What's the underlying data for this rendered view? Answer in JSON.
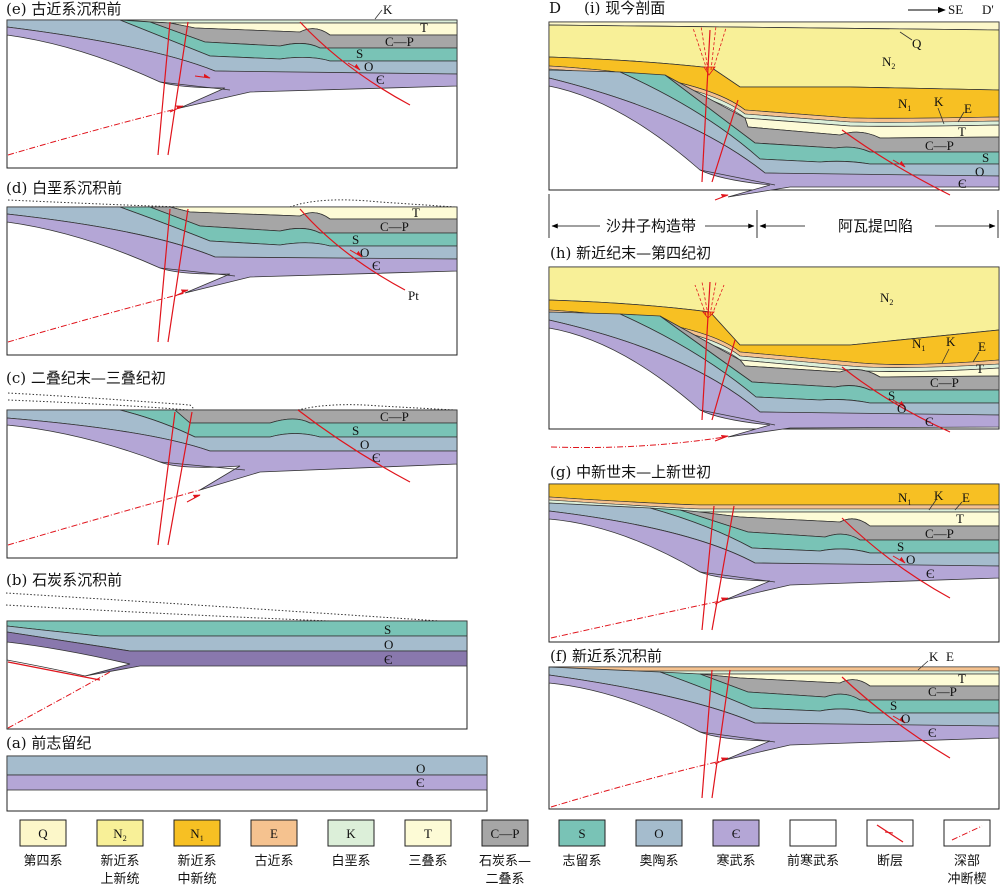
{
  "colors": {
    "Q": "#fcf7c9",
    "N2": "#f8f098",
    "N1": "#f7c023",
    "E": "#f5c28f",
    "K": "#dcefd9",
    "T": "#fdfbd6",
    "CP": "#a6a6a6",
    "S": "#79c3b6",
    "O": "#a5bccd",
    "Cam": "#b4a6d6",
    "Cam_b": "#8978ad",
    "preCam": "#ffffff",
    "fault": "#e0141c"
  },
  "panels": {
    "a": {
      "title": "(a) 前志留纪",
      "labels": [
        "O",
        "Є"
      ]
    },
    "b": {
      "title": "(b) 石炭系沉积前",
      "labels": [
        "S",
        "O",
        "Є"
      ]
    },
    "c": {
      "title": "(c) 二叠纪末—三叠纪初",
      "labels": [
        "C—P",
        "S",
        "O",
        "Є"
      ]
    },
    "d": {
      "title": "(d) 白垩系沉积前",
      "labels": [
        "T",
        "C—P",
        "S",
        "O",
        "Є",
        "Pt"
      ]
    },
    "e": {
      "title": "(e) 古近系沉积前",
      "labels": [
        "K",
        "T",
        "C—P",
        "S",
        "O",
        "Є"
      ]
    },
    "f": {
      "title": "(f) 新近系沉积前",
      "labels": [
        "K",
        "E",
        "T",
        "C—P",
        "S",
        "O",
        "Є"
      ]
    },
    "g": {
      "title": "(g) 中新世末—上新世初",
      "labels": [
        "N",
        "K",
        "E",
        "T",
        "C—P",
        "S",
        "O",
        "Є"
      ]
    },
    "h": {
      "title": "(h) 新近纪末—第四纪初",
      "labels": [
        "N",
        "N",
        "K",
        "E",
        "T",
        "C—P",
        "S",
        "O",
        "Є"
      ]
    },
    "i": {
      "title": "(i) 现今剖面",
      "labels": [
        "Q",
        "N",
        "N",
        "K",
        "E",
        "T",
        "C—P",
        "S",
        "O",
        "Є"
      ],
      "left_end": "D",
      "right_end": "D'",
      "direction": "SE",
      "zone_left": "沙井子构造带",
      "zone_right": "阿瓦提凹陷"
    }
  },
  "subscripts": {
    "one": "1",
    "two": "2"
  },
  "legend": [
    {
      "symbol": "Q",
      "name1": "第四系",
      "name2": "",
      "color": "#fcf7c9"
    },
    {
      "symbol": "N",
      "sub": "2",
      "name1": "新近系",
      "name2": "上新统",
      "color": "#f8f098"
    },
    {
      "symbol": "N",
      "sub": "1",
      "name1": "新近系",
      "name2": "中新统",
      "color": "#f7c023"
    },
    {
      "symbol": "E",
      "name1": "古近系",
      "name2": "",
      "color": "#f5c28f"
    },
    {
      "symbol": "K",
      "name1": "白垩系",
      "name2": "",
      "color": "#dcefd9"
    },
    {
      "symbol": "T",
      "name1": "三叠系",
      "name2": "",
      "color": "#fdfbd6"
    },
    {
      "symbol": "C—P",
      "name1": "石炭系—",
      "name2": "二叠系",
      "color": "#a6a6a6"
    },
    {
      "symbol": "S",
      "name1": "志留系",
      "name2": "",
      "color": "#79c3b6"
    },
    {
      "symbol": "O",
      "name1": "奥陶系",
      "name2": "",
      "color": "#a5bccd"
    },
    {
      "symbol": "Є",
      "name1": "寒武系",
      "name2": "",
      "color": "#b4a6d6"
    },
    {
      "symbol": "",
      "name1": "前寒武系",
      "name2": "",
      "color": "#ffffff"
    },
    {
      "symbol": "",
      "name1": "断层",
      "name2": "",
      "color": "#ffffff"
    },
    {
      "symbol": "",
      "name1": "深部",
      "name2": "冲断楔",
      "color": "#ffffff"
    }
  ]
}
